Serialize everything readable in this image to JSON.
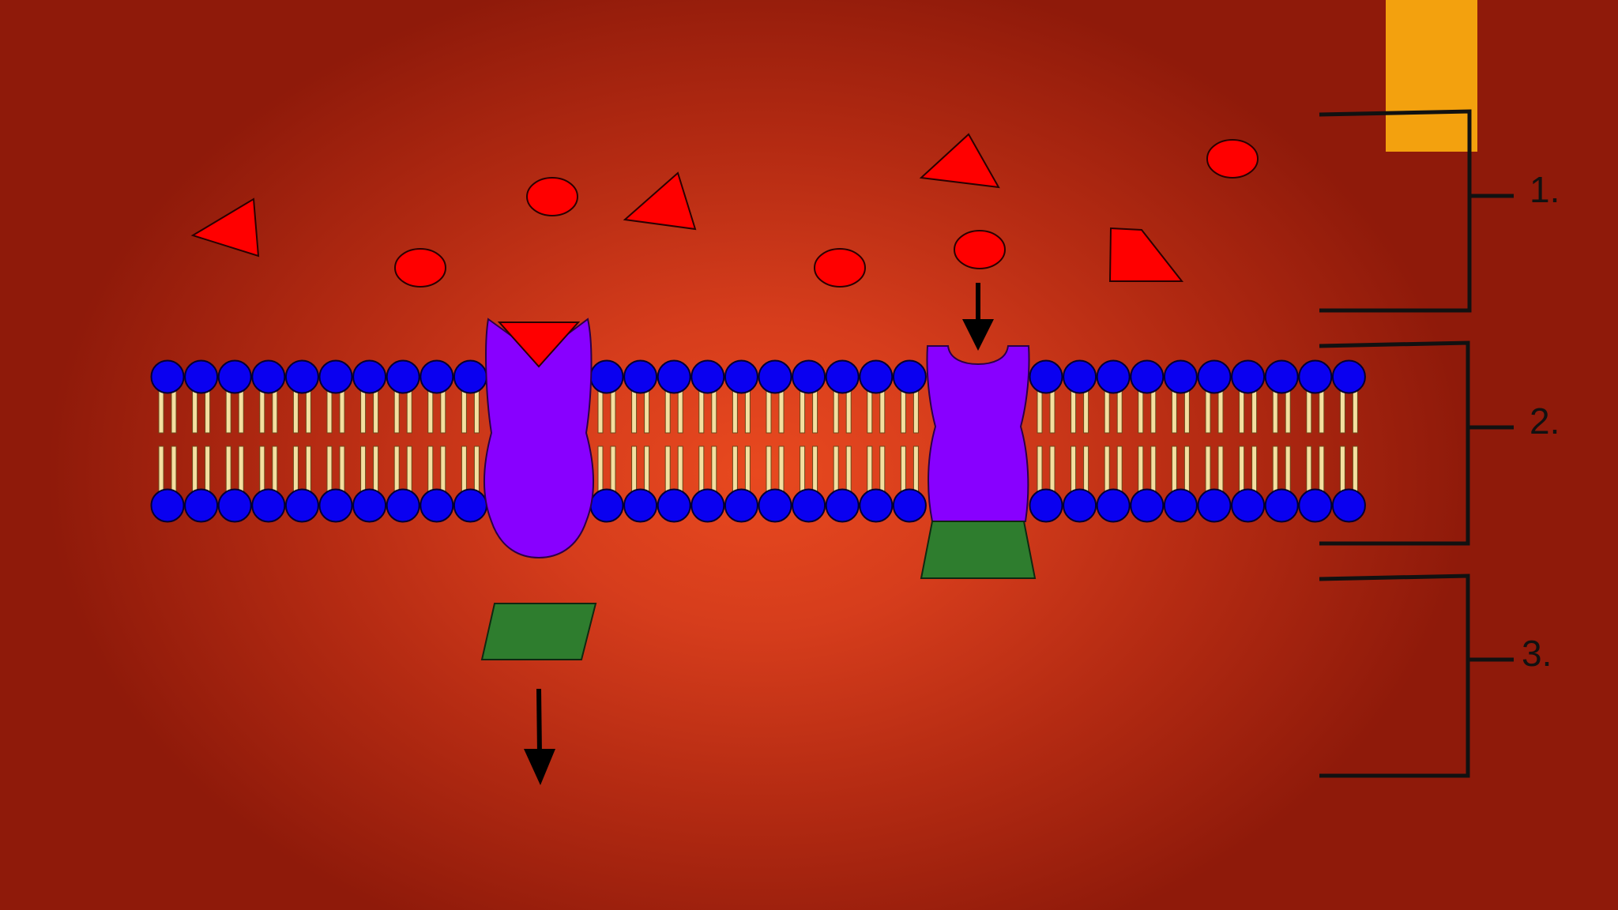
{
  "colors": {
    "background": "#d63d1c",
    "head_group": "#0a00f0",
    "tail": "#f4dfa0",
    "protein": "#8800ff",
    "ligand": "#ff0000",
    "effector": "#2e7d2e",
    "tab": "#f3a10e",
    "line": "#111111"
  },
  "icons": {
    "membrane": "phospholipid-bilayer",
    "receptor": "receptor-protein",
    "circle": "red-circle-ligand",
    "triangle": "red-triangle-ligand",
    "arrow": "down-arrow-icon"
  },
  "steps": [
    {
      "label": "1."
    },
    {
      "label": "2."
    },
    {
      "label": "3."
    }
  ]
}
